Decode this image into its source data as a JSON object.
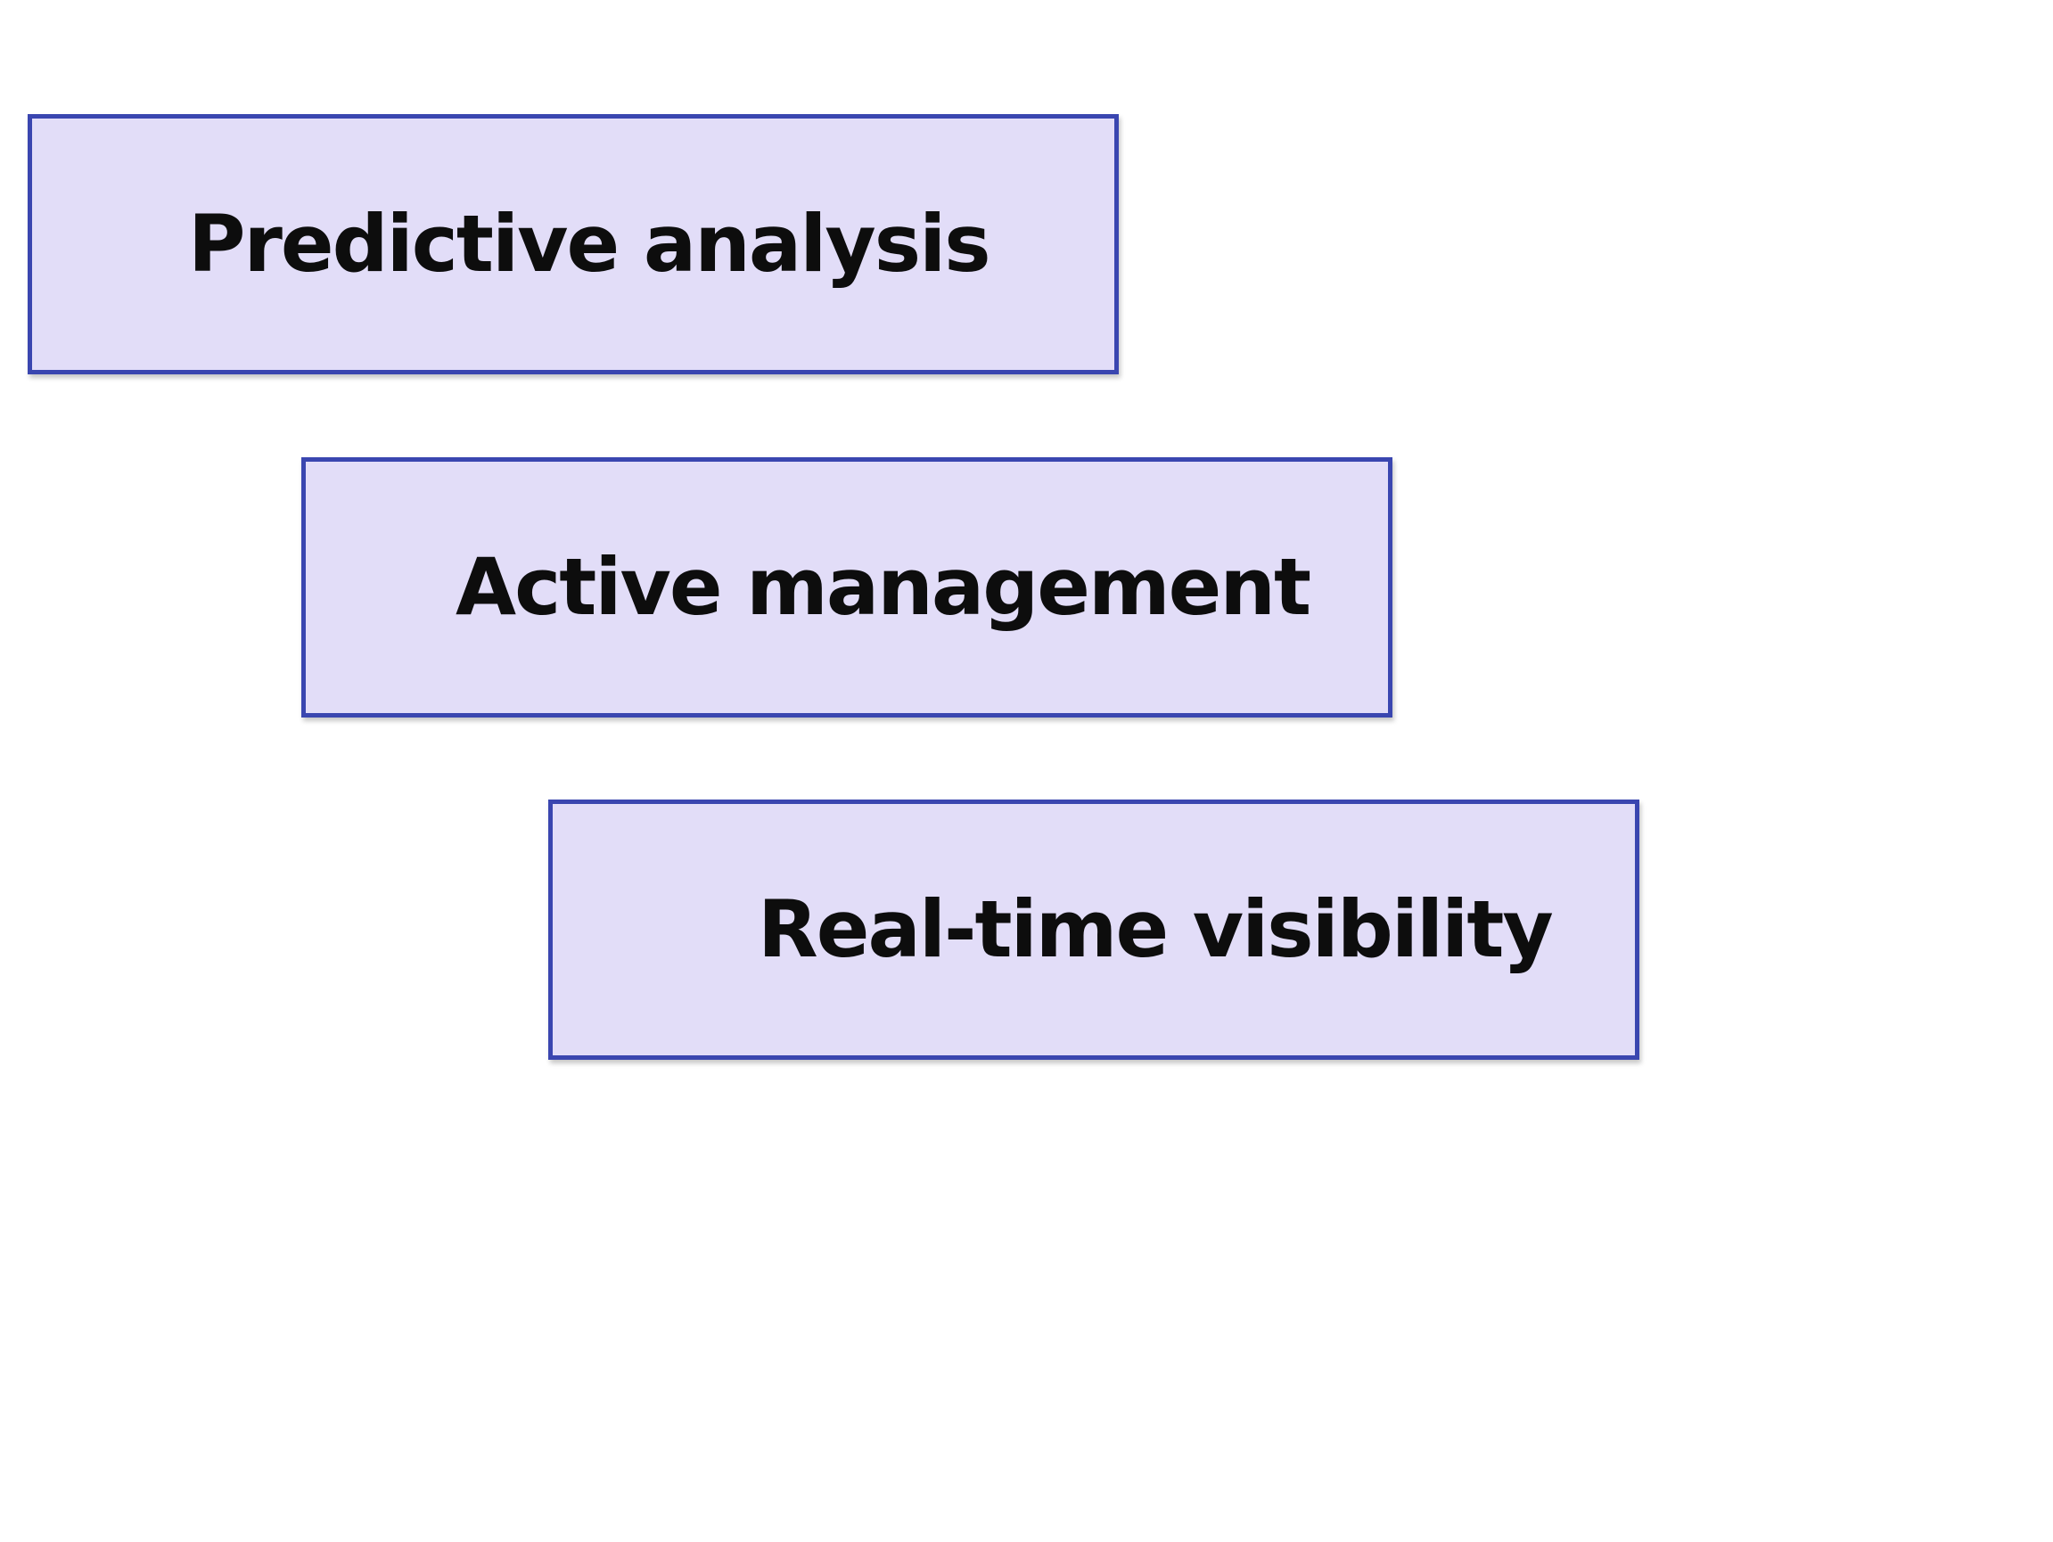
{
  "colors": {
    "box_fill": "#e2ddf8",
    "box_border": "#3a46b0",
    "text": "#0d0d0d",
    "background": "#ffffff"
  },
  "boxes": [
    {
      "label": "Predictive analysis"
    },
    {
      "label": "Active management"
    },
    {
      "label": "Real-time visibility"
    }
  ]
}
